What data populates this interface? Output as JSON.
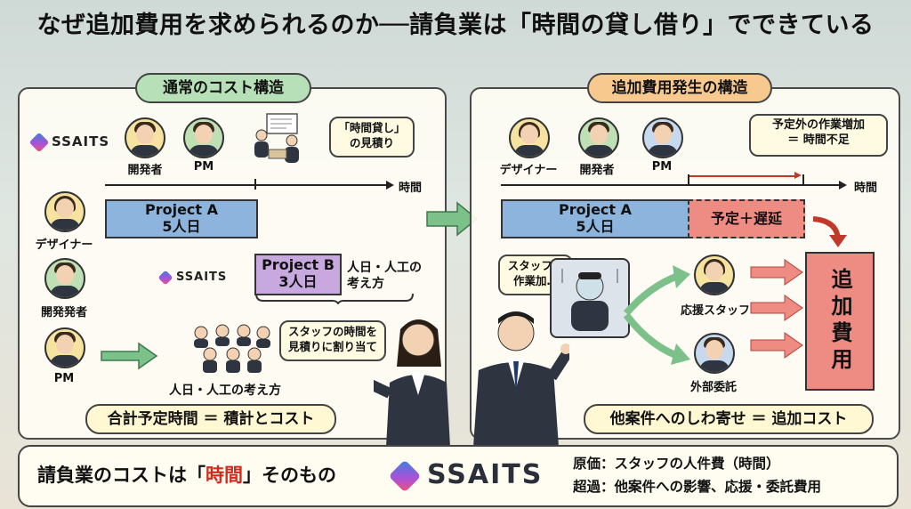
{
  "title": "なぜ追加費用を求められるのか──請負業は「時間の貸し借り」でできている",
  "left_panel": {
    "heading": "通常のコスト構造",
    "logo_text": "SSAITS",
    "logo_text_2": "SSAITS",
    "top_roles": [
      "開発者",
      "PM"
    ],
    "side_roles": [
      "デザイナー",
      "開発発者",
      "PM"
    ],
    "time_label": "時間",
    "speech_estimate": "「時間貸し」\nの見積り",
    "project_a": {
      "name": "Project A",
      "days": "5人日"
    },
    "project_b": {
      "name": "Project B",
      "days": "3人日"
    },
    "person_day_note": "人日・人工の\n考え方",
    "speech_allocate": "スタッフの時間を\n見積りに割り当て",
    "group_label": "人日・人工の考え方",
    "bottom": "合計予定時間 ＝ 積計とコスト"
  },
  "right_panel": {
    "heading": "追加費用発生の構造",
    "top_roles": [
      "デザイナー",
      "開発者",
      "PM"
    ],
    "time_label": "時間",
    "speech_overrun": "予定外の作業増加\n＝ 時間不足",
    "project_a": {
      "name": "Project A",
      "days": "5人日"
    },
    "delay_bar": "予定＋遅延",
    "speech_staff": "スタッフの\n作業加…",
    "support_staff": "応援スタッフ",
    "outsource": "外部委託",
    "additional_cost": "追加費用",
    "bottom": "他案件へのしわ寄せ ＝ 追加コスト"
  },
  "footer": {
    "left_prefix": "請負業のコストは「",
    "left_highlight": "時間",
    "left_suffix": "」そのもの",
    "logo_text": "SSAITS",
    "line1": "原価：スタッフの人件費（時間）",
    "line2": "超過：他案件への影響、応援・委託費用"
  },
  "colors": {
    "green_pill": "#b7dfb8",
    "orange_pill": "#f7c98f",
    "blue_bar": "#8db4dd",
    "purple_bar": "#c7a9e0",
    "red_bar": "#ee8b83",
    "highlight": "#d12b1e"
  }
}
